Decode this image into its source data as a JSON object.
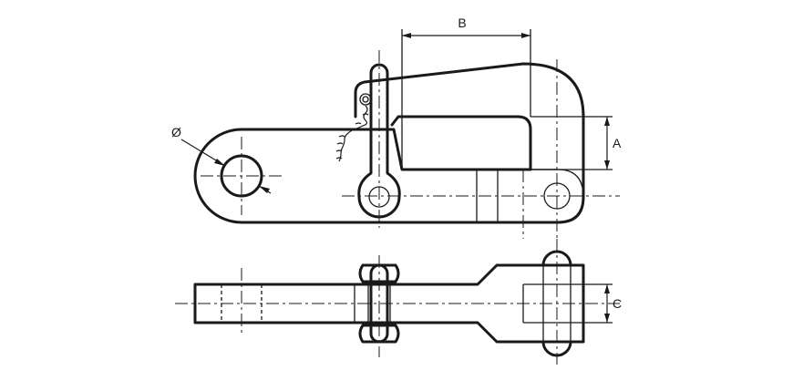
{
  "labels": {
    "dim_b": "B",
    "dim_a": "A",
    "dim_c": "C",
    "dim_diameter": "Ø"
  },
  "colors": {
    "line": "#1a1a1a",
    "background": "#ffffff"
  }
}
